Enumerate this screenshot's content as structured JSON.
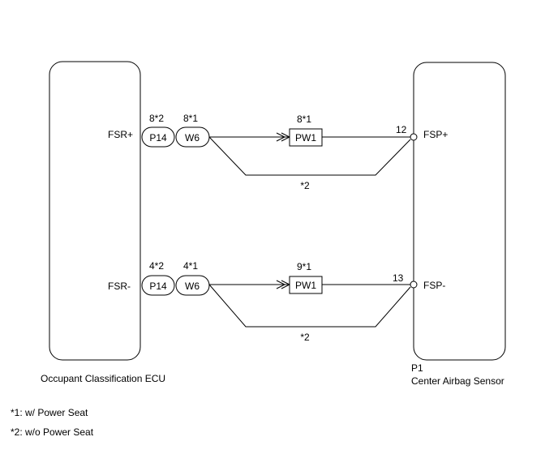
{
  "components": {
    "ecu": {
      "name": "Occupant Classification ECU"
    },
    "sensor": {
      "code": "P1",
      "name": "Center Airbag Sensor"
    }
  },
  "circuits": [
    {
      "ecu_terminal": "FSR+",
      "connectors": [
        {
          "name": "P14",
          "pin": "8*2"
        },
        {
          "name": "W6",
          "pin": "8*1"
        }
      ],
      "inline": {
        "name": "PW1",
        "pin": "8*1"
      },
      "bypass_label": "*2",
      "sensor_pin": "12",
      "sensor_terminal": "FSP+"
    },
    {
      "ecu_terminal": "FSR-",
      "connectors": [
        {
          "name": "P14",
          "pin": "4*2"
        },
        {
          "name": "W6",
          "pin": "4*1"
        }
      ],
      "inline": {
        "name": "PW1",
        "pin": "9*1"
      },
      "bypass_label": "*2",
      "sensor_pin": "13",
      "sensor_terminal": "FSP-"
    }
  ],
  "notes": [
    "*1: w/ Power Seat",
    "*2: w/o Power Seat"
  ],
  "colors": {
    "line": "#000000",
    "background": "#ffffff"
  }
}
